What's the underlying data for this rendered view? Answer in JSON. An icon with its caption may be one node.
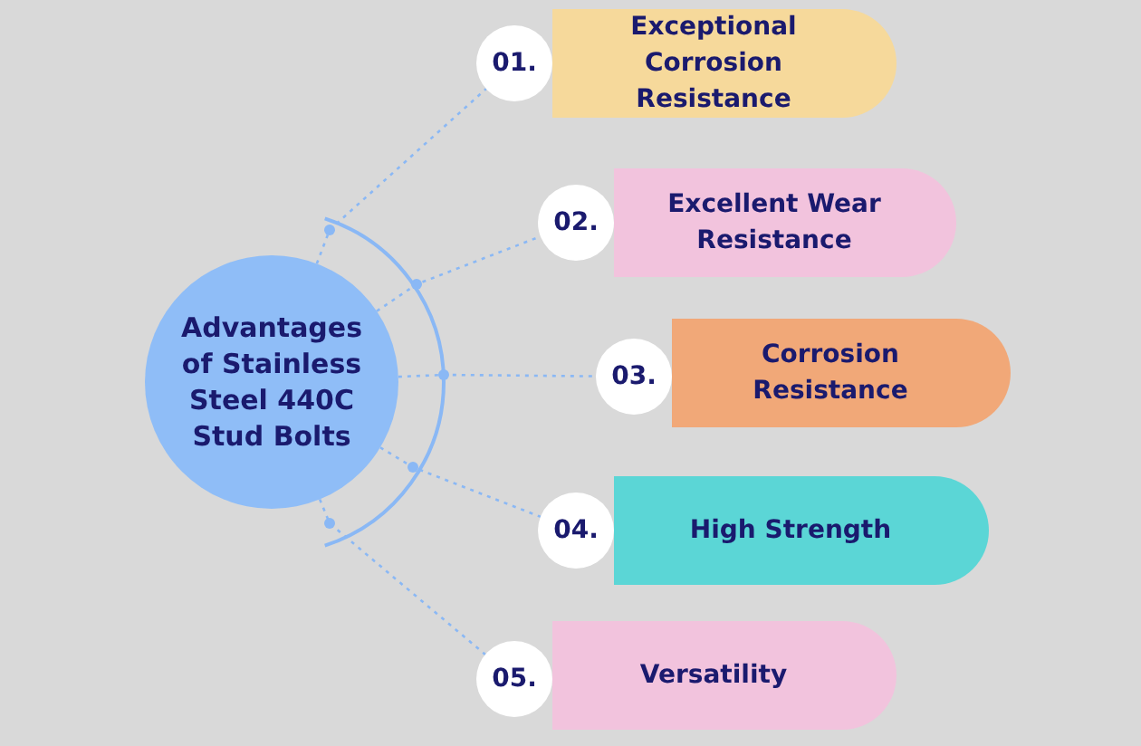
{
  "diagram": {
    "nodes": [
      {
        "text": [
          "Advantages of Stainless Steel 440C Stud Bolts"
        ]
      },
      {
        "text": [
          "01."
        ]
      },
      {
        "text": [
          "Exceptional Corrosion Resistance"
        ]
      },
      {
        "text": [
          "02."
        ]
      },
      {
        "text": [
          "Excellent Wear Resistance"
        ]
      },
      {
        "text": [
          "03."
        ]
      },
      {
        "text": [
          "Corrosion Resistance"
        ]
      },
      {
        "text": [
          "04."
        ]
      },
      {
        "text": [
          "High Strength"
        ]
      },
      {
        "text": [
          "05."
        ]
      },
      {
        "text": [
          "Versatility"
        ]
      }
    ],
    "edges": [
      {
        "from": 0,
        "to": 1,
        "arrow": "none",
        "style": "dashed"
      },
      {
        "from": 0,
        "to": 3,
        "arrow": "none",
        "style": "dashed"
      },
      {
        "from": 0,
        "to": 5,
        "arrow": "none",
        "style": "dashed"
      },
      {
        "from": 0,
        "to": 7,
        "arrow": "none",
        "style": "dashed"
      },
      {
        "from": 0,
        "to": 9,
        "arrow": "none",
        "style": "dashed"
      }
    ]
  }
}
